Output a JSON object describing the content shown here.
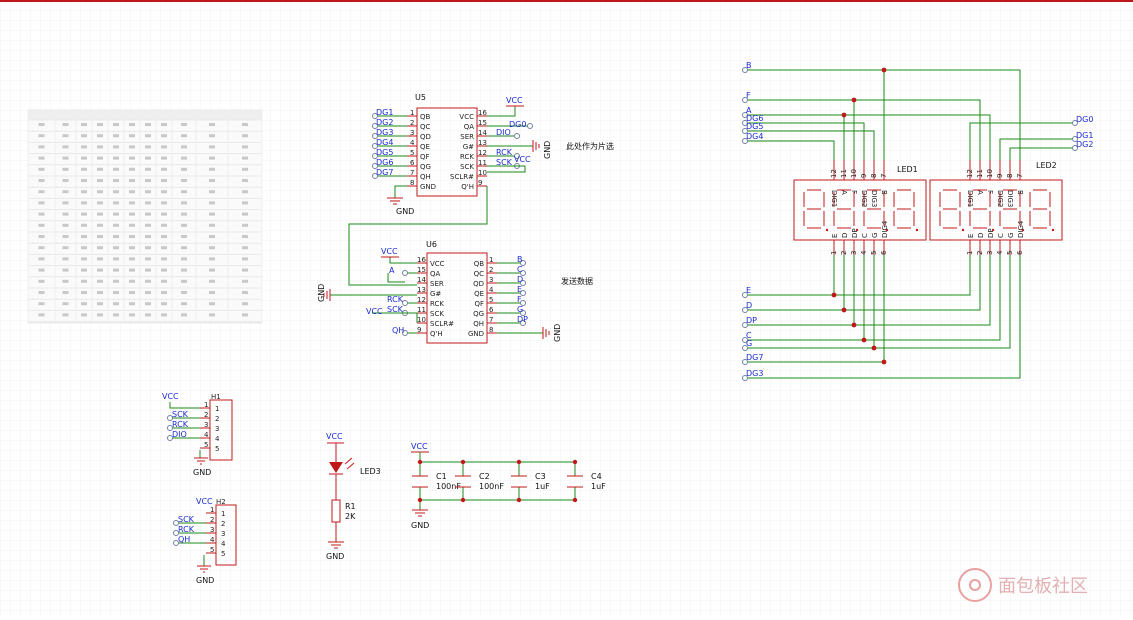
{
  "notes": {
    "chip_select": "此处作为片选",
    "send_data": "发送数据"
  },
  "power": {
    "vcc": "VCC",
    "gnd": "GND"
  },
  "u5": {
    "ref": "U5",
    "left_pins": [
      "QB",
      "QC",
      "QD",
      "QE",
      "QF",
      "QG",
      "QH",
      "GND"
    ],
    "right_pins": [
      "VCC",
      "QA",
      "SER",
      "G#",
      "RCK",
      "SCK",
      "SCLR#",
      "Q'H"
    ],
    "left_nums": [
      "1",
      "2",
      "3",
      "4",
      "5",
      "6",
      "7",
      "8"
    ],
    "right_nums": [
      "16",
      "15",
      "14",
      "13",
      "12",
      "11",
      "10",
      "9"
    ],
    "left_nets": [
      "DG1",
      "DG2",
      "DG3",
      "DG4",
      "DG5",
      "DG6",
      "DG7"
    ],
    "right_nets": [
      "DG0",
      "DIO",
      "RCK",
      "SCK"
    ]
  },
  "u6": {
    "ref": "U6",
    "left_pins": [
      "VCC",
      "QA",
      "SER",
      "G#",
      "RCK",
      "SCK",
      "SCLR#",
      "Q'H"
    ],
    "right_pins": [
      "QB",
      "QC",
      "QD",
      "QE",
      "QF",
      "QG",
      "QH",
      "GND"
    ],
    "left_nums": [
      "16",
      "15",
      "14",
      "13",
      "12",
      "11",
      "10",
      "9"
    ],
    "right_nums": [
      "1",
      "2",
      "3",
      "4",
      "5",
      "6",
      "7",
      "8"
    ],
    "left_nets": [
      "A",
      "RCK",
      "SCK",
      "QH"
    ],
    "right_nets": [
      "B",
      "C",
      "D",
      "E",
      "F",
      "G",
      "DP"
    ]
  },
  "h1": {
    "ref": "H1",
    "pins": [
      "1",
      "2",
      "3",
      "4",
      "5"
    ],
    "nets": [
      "SCK",
      "RCK",
      "DIO"
    ]
  },
  "h2": {
    "ref": "H2",
    "pins": [
      "1",
      "2",
      "3",
      "4",
      "5"
    ],
    "nets": [
      "SCK",
      "RCK",
      "QH"
    ]
  },
  "led3": {
    "ref": "LED3",
    "r_ref": "R1",
    "r_val": "2K"
  },
  "caps": [
    {
      "ref": "C1",
      "val": "100nF"
    },
    {
      "ref": "C2",
      "val": "100nF"
    },
    {
      "ref": "C3",
      "val": "1uF"
    },
    {
      "ref": "C4",
      "val": "1uF"
    }
  ],
  "led1": {
    "ref": "LED1",
    "top_pins": [
      "12",
      "11",
      "10",
      "9",
      "8",
      "7"
    ],
    "top_labels": [
      "DIG1",
      "A",
      "F",
      "DIG2",
      "DIG3",
      "B"
    ],
    "bot_pins": [
      "1",
      "2",
      "3",
      "4",
      "5",
      "6"
    ],
    "bot_labels": [
      "E",
      "D",
      "DP",
      "C",
      "G",
      "DIG4"
    ]
  },
  "led2": {
    "ref": "LED2",
    "top_pins": [
      "12",
      "11",
      "10",
      "9",
      "8",
      "7"
    ],
    "top_labels": [
      "DIG1",
      "A",
      "F",
      "DIG2",
      "DIG3",
      "B"
    ],
    "bot_pins": [
      "1",
      "2",
      "3",
      "4",
      "5",
      "6"
    ],
    "bot_labels": [
      "E",
      "D",
      "DP",
      "C",
      "G",
      "DIG4"
    ]
  },
  "top_nets": [
    "B",
    "F",
    "A",
    "DG6",
    "DG5",
    "DG4"
  ],
  "top_right_nets": [
    "DG0",
    "DG1",
    "DG2"
  ],
  "bottom_nets": [
    "E",
    "D",
    "DP",
    "C",
    "G",
    "DG7",
    "DG3"
  ],
  "table": {
    "headers": [
      "",
      "",
      "",
      "",
      "",
      "",
      "",
      "",
      "",
      "",
      ""
    ],
    "rows": 18
  },
  "watermark": "面包板社区"
}
